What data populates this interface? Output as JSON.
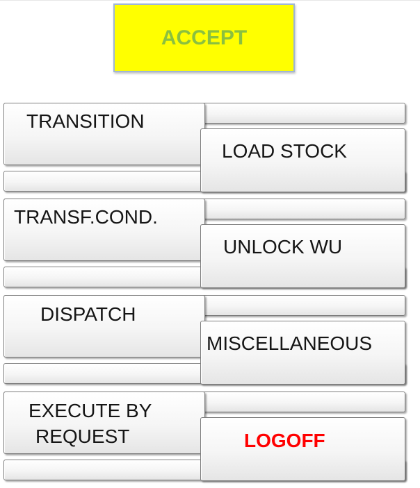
{
  "accept": {
    "label": "ACCEPT"
  },
  "groups": [
    {
      "left_label": "TRANSITION",
      "right_label": "LOAD STOCK"
    },
    {
      "left_label": "TRANSF.COND.",
      "right_label": "UNLOCK WU"
    },
    {
      "left_label": "DISPATCH",
      "right_label": "MISCELLANEOUS"
    },
    {
      "left_label_line1": "EXECUTE BY",
      "left_label_line2": "REQUEST",
      "right_label": "LOGOFF"
    }
  ],
  "colors": {
    "accept_bg": "#ffff00",
    "accept_text": "#8ac040",
    "logoff_text": "#ff0000"
  }
}
